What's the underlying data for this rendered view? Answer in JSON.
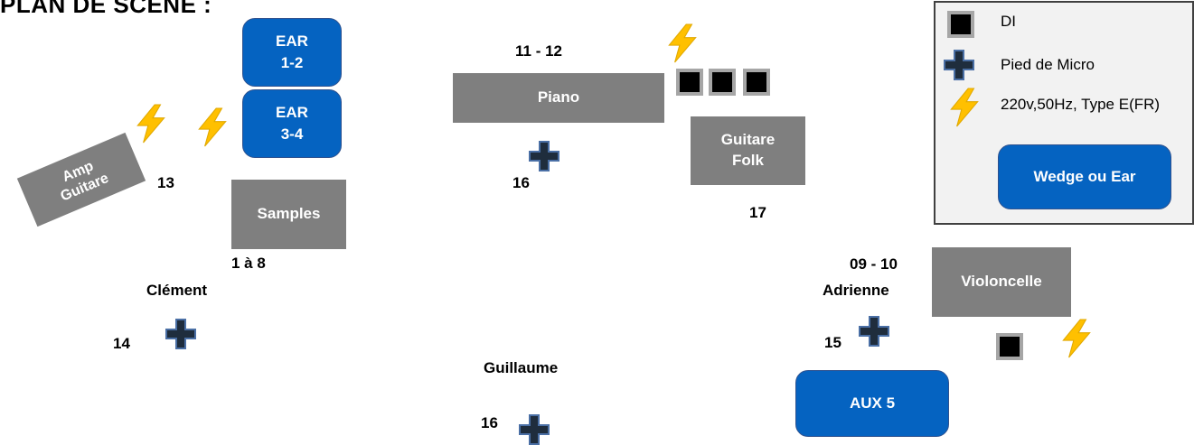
{
  "title": "PLAN DE SCENE :",
  "colors": {
    "equipment": "#7f7f7f",
    "monitor": "#0563c1",
    "power": "#ffc000",
    "stand": "#1f2d3d"
  },
  "monitors": [
    {
      "id": "ear12",
      "line1": "EAR",
      "line2": "1-2"
    },
    {
      "id": "ear34",
      "line1": "EAR",
      "line2": "3-4"
    },
    {
      "id": "aux5",
      "line1": "AUX 5"
    }
  ],
  "equipment": {
    "amp_guitare": {
      "line1": "Amp",
      "line2": "Guitare"
    },
    "samples": "Samples",
    "piano": "Piano",
    "guitare_folk": {
      "line1": "Guitare",
      "line2": "Folk"
    },
    "violoncelle": "Violoncelle"
  },
  "channels": {
    "amp": "13",
    "samples": "1 à 8",
    "piano": "11 - 12",
    "piano_mic": "16",
    "folk": "17",
    "violoncelle": "09 - 10",
    "clement_mic": "14",
    "adrienne_mic": "15",
    "guillaume_mic": "16"
  },
  "musicians": {
    "clement": "Clément",
    "adrienne": "Adrienne",
    "guillaume": "Guillaume"
  },
  "legend": {
    "di": "DI",
    "stand": "Pied de Micro",
    "power": "220v,50Hz, Type E(FR)",
    "monitor": "Wedge ou Ear"
  }
}
